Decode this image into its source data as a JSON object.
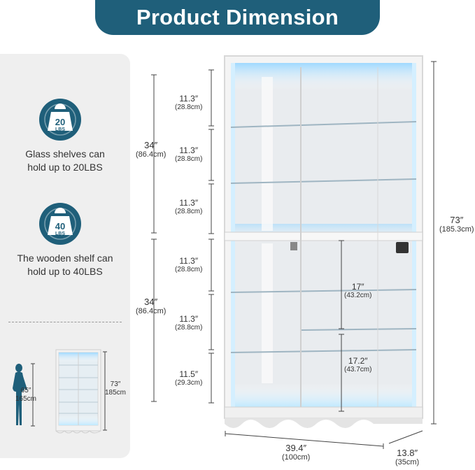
{
  "title": "Product Dimension",
  "features": [
    {
      "weight_num": "20",
      "weight_unit": "LBS",
      "line1": "Glass shelves can",
      "line2": "hold up to 20LBS"
    },
    {
      "weight_num": "40",
      "weight_unit": "LBS",
      "line1": "The wooden shelf can",
      "line2": "hold up to 40LBS"
    }
  ],
  "figure": {
    "height_in": "65″",
    "height_cm": "165cm",
    "cab_in": "73″",
    "cab_cm": "185cm"
  },
  "section_heights": [
    {
      "in": "34″",
      "cm": "(86.4cm)"
    },
    {
      "in": "34″",
      "cm": "(86.4cm)"
    }
  ],
  "shelf_gaps": [
    {
      "in": "11.3″",
      "cm": "(28.8cm)"
    },
    {
      "in": "11.3″",
      "cm": "(28.8cm)"
    },
    {
      "in": "11.3″",
      "cm": "(28.8cm)"
    },
    {
      "in": "11.3″",
      "cm": "(28.8cm)"
    },
    {
      "in": "11.3″",
      "cm": "(28.8cm)"
    },
    {
      "in": "11.5″",
      "cm": "(29.3cm)"
    }
  ],
  "inner_dims": [
    {
      "in": "17″",
      "cm": "(43.2cm)"
    },
    {
      "in": "17.2″",
      "cm": "(43.7cm)"
    }
  ],
  "total_height": {
    "in": "73″",
    "cm": "(185.3cm)"
  },
  "width": {
    "in": "39.4″",
    "cm": "(100cm)"
  },
  "depth": {
    "in": "13.8″",
    "cm": "(35cm)"
  },
  "colors": {
    "accent": "#1f5f7a",
    "panel": "#efefef",
    "glow": "#bfe6ff"
  }
}
